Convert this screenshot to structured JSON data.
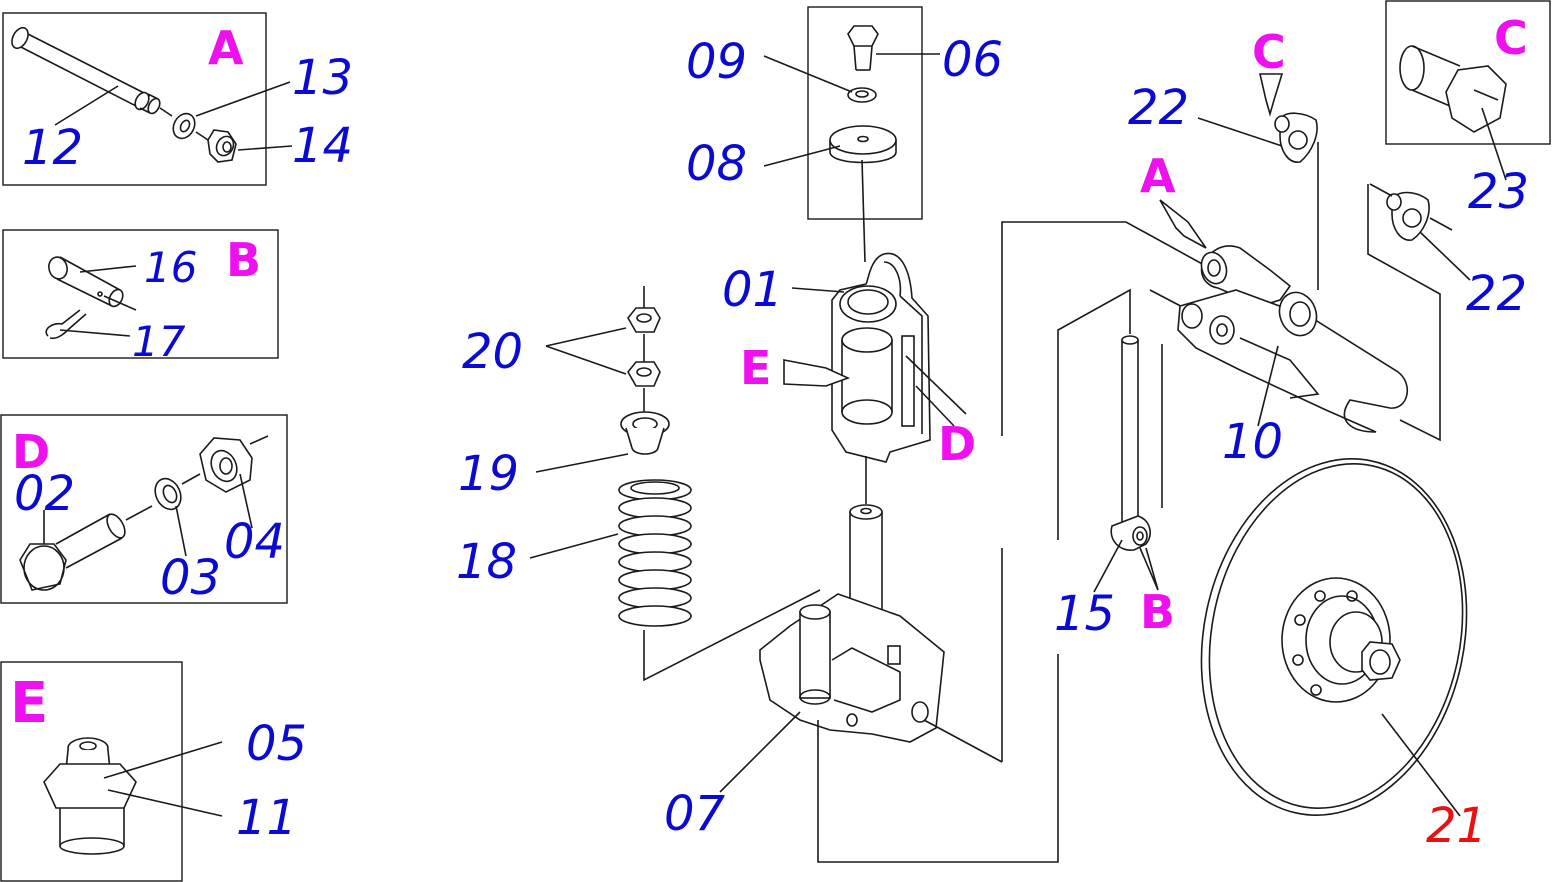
{
  "colors": {
    "part_number": "#0a0ad2",
    "detail_letter": "#ee10ee",
    "highlight_number": "#e81010",
    "line": "#1a1a1a"
  },
  "parts": {
    "p01": "01",
    "p02": "02",
    "p03": "03",
    "p04": "04",
    "p05": "05",
    "p06": "06",
    "p07": "07",
    "p08": "08",
    "p09": "09",
    "p10": "10",
    "p11": "11",
    "p12": "12",
    "p13": "13",
    "p14": "14",
    "p15": "15",
    "p16": "16",
    "p17": "17",
    "p18": "18",
    "p19": "19",
    "p20": "20",
    "p21": "21",
    "p22": "22",
    "p23": "23"
  },
  "details": {
    "a": "A",
    "b": "B",
    "c": "C",
    "d": "D",
    "e": "E"
  }
}
